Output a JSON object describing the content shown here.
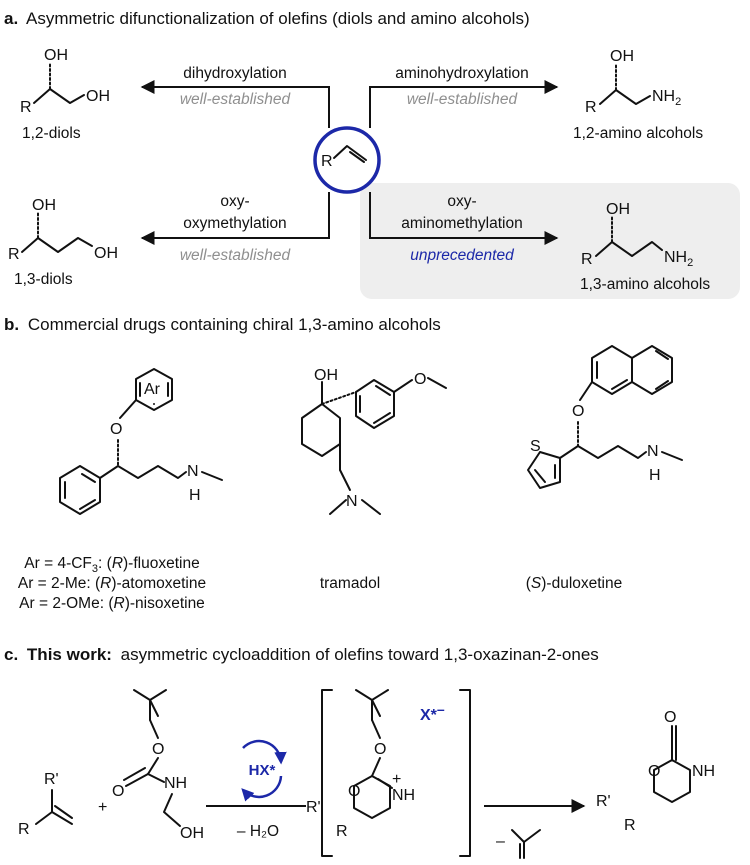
{
  "panel_a": {
    "header_letter": "a.",
    "header_text": "Asymmetric difunctionalization of olefins (diols and amino alcohols)",
    "arrow_top_left": {
      "label": "dihydroxylation",
      "status": "well-established"
    },
    "arrow_top_right": {
      "label": "aminohydroxylation",
      "status": "well-established"
    },
    "arrow_bottom_left": {
      "label_line1": "oxy-",
      "label_line2": "oxymethylation",
      "status": "well-established"
    },
    "arrow_bottom_right": {
      "label_line1": "oxy-",
      "label_line2": "aminomethylation",
      "status": "unprecedented"
    },
    "products": [
      "1,2-diols",
      "1,2-amino alcohols",
      "1,3-diols",
      "1,3-amino alcohols"
    ],
    "atoms": {
      "OH": "OH",
      "R": "R",
      "NH": "NH",
      "sub2": "2"
    }
  },
  "panel_b": {
    "header_letter": "b.",
    "header_text": "Commercial drugs containing chiral 1,3-amino alcohols",
    "drug1_lines": [
      {
        "pre": "Ar = 4-CF",
        "sub": "3",
        "mid": ": (",
        "it": "R",
        "post": ")-fluoxetine"
      },
      {
        "pre": "Ar = 2-Me: (",
        "it": "R",
        "post": ")-atomoxetine"
      },
      {
        "pre": "Ar = 2-OMe: (",
        "it": "R",
        "post": ")-nisoxetine"
      }
    ],
    "drug2": "tramadol",
    "drug3": {
      "pre": "(",
      "it": "S",
      "post": ")-duloxetine"
    },
    "atoms": {
      "Ar": "Ar",
      "O": "O",
      "N": "N",
      "H": "H",
      "OH": "OH",
      "S": "S"
    }
  },
  "panel_c": {
    "header_letter": "c.",
    "header_bold": "This work:",
    "header_text": "asymmetric cycloaddition of olefins toward 1,3-oxazinan-2-ones",
    "catalyst": "HX*",
    "water_loss": "– H₂O",
    "counterion": "X*",
    "counter_charge": "–",
    "plus": "+",
    "minus": "–",
    "atoms": {
      "R": "R",
      "R_prime": "R'",
      "O": "O",
      "NH": "NH",
      "OH": "OH"
    }
  },
  "colors": {
    "accent_blue": "#1c28a8",
    "panel_bg": "#eeeeee",
    "muted_text": "#8f8f8f"
  }
}
